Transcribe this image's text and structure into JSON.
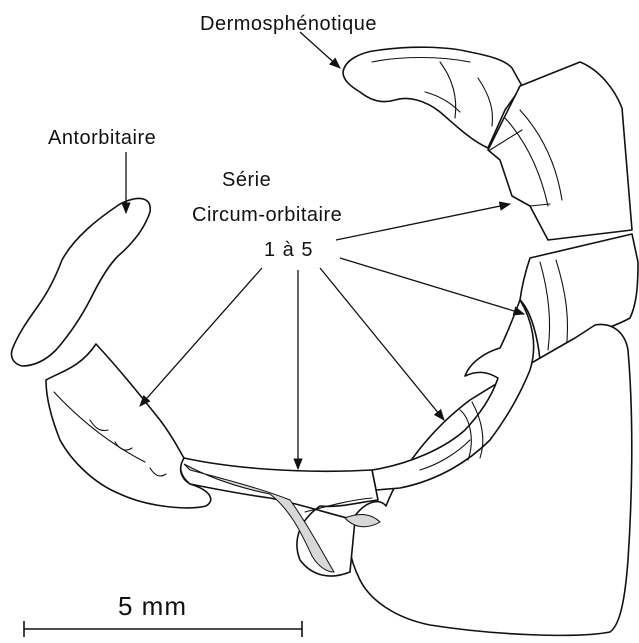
{
  "labels": {
    "dermosphenotique": "Dermosphénotique",
    "antorbitaire": "Antorbitaire",
    "serie_line1": "Série",
    "serie_line2": "Circum-orbitaire",
    "serie_line3": "1 à 5"
  },
  "scale_bar": {
    "label": "5 mm"
  },
  "colors": {
    "ink": "#111111",
    "paper": "#ffffff",
    "stipple": "#d8d8d8"
  }
}
